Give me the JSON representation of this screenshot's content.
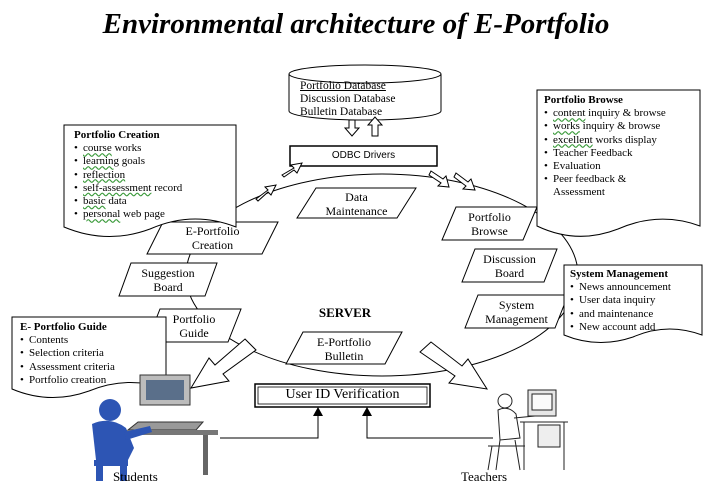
{
  "title": "Environmental architecture of E-Portfolio",
  "database": {
    "lines": [
      "Portfolio Database",
      "Discussion Database",
      "Bulletin Database"
    ]
  },
  "odbc": "ODBC Drivers",
  "server": "SERVER",
  "user_id": "User ID Verification",
  "nodes": {
    "data_maintenance": [
      "Data",
      "Maintenance"
    ],
    "portfolio_creation": [
      "E-Portfolio",
      "Creation"
    ],
    "portfolio_browse": [
      "Portfolio",
      "Browse"
    ],
    "suggestion_board": [
      "Suggestion",
      "Board"
    ],
    "discussion_board": [
      "Discussion",
      "Board"
    ],
    "portfolio_guide": [
      "Portfolio",
      "Guide"
    ],
    "system_management": [
      "System",
      "Management"
    ],
    "portfolio_bulletin": [
      "E-Portfolio",
      "Bulletin"
    ]
  },
  "panels": {
    "creation": {
      "title": "Portfolio Creation",
      "items": [
        {
          "u": "course",
          "rest": " works"
        },
        {
          "u": "learning",
          "rest": " goals"
        },
        {
          "u": "reflection",
          "rest": ""
        },
        {
          "u": "self-assessment",
          "rest": " record"
        },
        {
          "u": "basic",
          "rest": " data"
        },
        {
          "u": "personal",
          "rest": " web page"
        }
      ]
    },
    "browse": {
      "title": "Portfolio Browse",
      "items": [
        {
          "u": "content",
          "rest": " inquiry & browse"
        },
        {
          "u": "works",
          "rest": " inquiry & browse"
        },
        {
          "u": "excellent",
          "rest": " works display"
        },
        {
          "u": "",
          "rest": "Teacher Feedback"
        },
        {
          "u": "",
          "rest": "Evaluation"
        },
        {
          "u": "",
          "rest": "Peer feedback &"
        }
      ],
      "continuation": "Assessment"
    },
    "guide": {
      "title": "E- Portfolio Guide",
      "items": [
        "Contents",
        "Selection criteria",
        "Assessment criteria",
        "Portfolio creation"
      ]
    },
    "sysmgmt": {
      "title": "System Management",
      "items": [
        "News announcement",
        "User data inquiry",
        "and maintenance",
        "New account add"
      ]
    }
  },
  "users": {
    "students": "Students",
    "teachers": "Teachers"
  }
}
